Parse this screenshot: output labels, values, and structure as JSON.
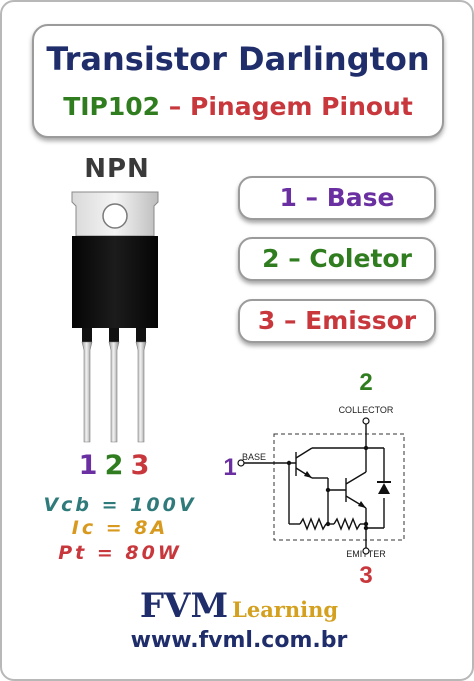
{
  "header": {
    "title": "Transistor Darlington",
    "part": "TIP102",
    "dash": "–",
    "subtitle": "Pinagem Pinout"
  },
  "package": {
    "type_label": "NPN",
    "pin_numbers": [
      "1",
      "2",
      "3"
    ]
  },
  "pins": [
    {
      "label": "1 – Base",
      "color": "#6a2fa0"
    },
    {
      "label": "2 – Coletor",
      "color": "#2f7d1e"
    },
    {
      "label": "3 – Emissor",
      "color": "#c8373c"
    }
  ],
  "specs": {
    "vcb": "Vcb = 100V",
    "ic": "Ic = 8A",
    "pt": "Pt = 80W"
  },
  "schematic": {
    "collector_label": "COLLECTOR",
    "base_label": "BASE",
    "emitter_label": "EMITTER",
    "collector_pin": "2",
    "base_pin": "1",
    "emitter_pin": "3"
  },
  "footer": {
    "brand": "FVM",
    "brand_suffix": "Learning",
    "website": "www.fvml.com.br"
  },
  "colors": {
    "navy": "#1f2d6b",
    "green": "#2f7d1e",
    "red": "#c8373c",
    "purple": "#6a2fa0",
    "teal": "#2f7a7a",
    "gold": "#d89a1e"
  }
}
